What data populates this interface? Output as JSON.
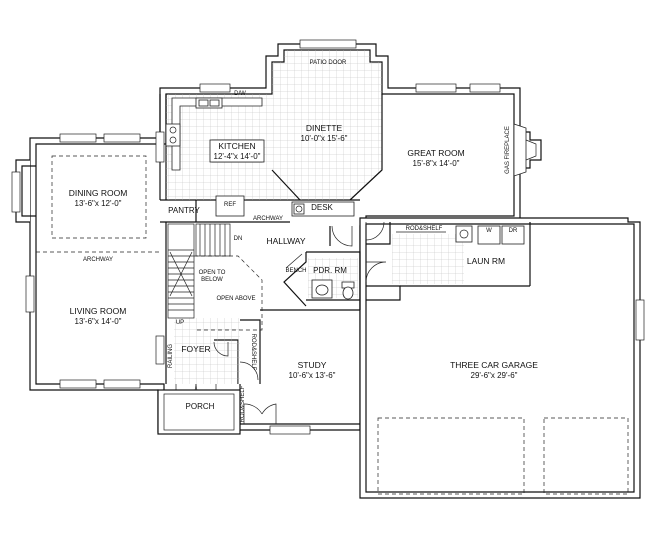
{
  "plan": {
    "rooms": {
      "dining": {
        "name": "DINING ROOM",
        "size": "13'-6\"x 12'-0\""
      },
      "living": {
        "name": "LIVING ROOM",
        "size": "13'-6\"x 14'-0\""
      },
      "kitchen": {
        "name": "KITCHEN",
        "size": "12'-4\"x 14'-0\""
      },
      "dinette": {
        "name": "DINETTE",
        "size": "10'-0\"x 15'-6\""
      },
      "great": {
        "name": "GREAT ROOM",
        "size": "15'-8\"x 14'-0\""
      },
      "garage": {
        "name": "THREE CAR GARAGE",
        "size": "29'-6\"x 29'-6\""
      },
      "study": {
        "name": "STUDY",
        "size": "10'-6\"x 13'-6\""
      },
      "laundry": {
        "name": "LAUN RM"
      },
      "powder": {
        "name": "PDR. RM"
      },
      "foyer": {
        "name": "FOYER"
      },
      "porch": {
        "name": "PORCH"
      },
      "hallway": {
        "name": "HALLWAY"
      },
      "pantry": {
        "name": "PANTRY"
      },
      "desk": {
        "name": "DESK"
      }
    },
    "notes": {
      "patio_door": "PATIO DOOR",
      "gas_fireplace": "GAS FIREPLACE",
      "archway_dining": "ARCHWAY",
      "archway_hall": "ARCHWAY",
      "open_to_below": "OPEN TO BELOW",
      "open_above": "OPEN ABOVE",
      "rod_shelf_laundry": "ROD&SHELF",
      "rod_shelf_foyer": "ROD&SHELF",
      "rod_shelf_study": "ROD&SHELF",
      "stair_dn": "DN",
      "stair_up": "UP",
      "railing": "RAILING",
      "washer": "W",
      "dryer": "DR",
      "bench": "BENCH",
      "dishwasher": "D/W",
      "refrigerator": "REF"
    }
  }
}
